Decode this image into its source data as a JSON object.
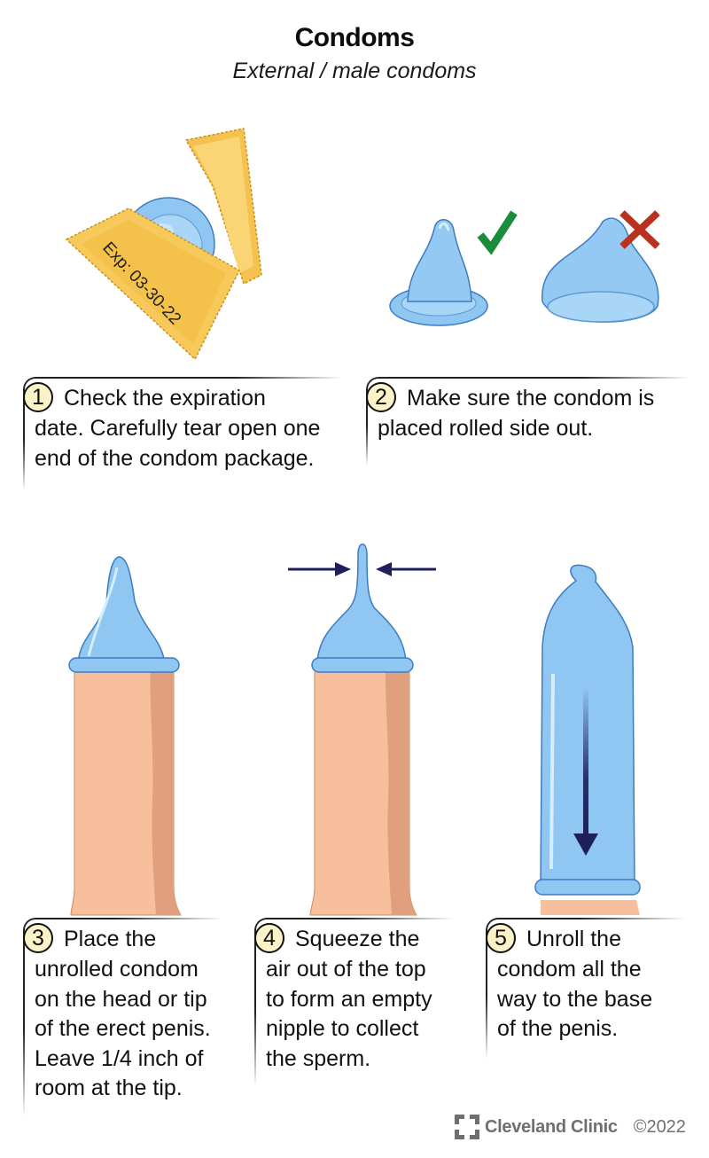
{
  "header": {
    "title": "Condoms",
    "subtitle": "External / male condoms"
  },
  "colors": {
    "condom_blue": "#8fc6f2",
    "condom_outline": "#3c7cc0",
    "package_gold": "#f7c95a",
    "skin": "#f7bf9c",
    "skin_shadow": "#e0a07e",
    "arrow_navy": "#1f1f5c",
    "check_green": "#1b8c3a",
    "cross_red": "#b8321f",
    "number_badge_fill": "#fbf2c8",
    "footer_gray": "#6f6f6f"
  },
  "illustrations": {
    "package": {
      "expiration_label": "Exp: 03-30-22"
    },
    "orientation": {
      "correct_mark": "check-icon",
      "incorrect_mark": "cross-icon"
    }
  },
  "steps": [
    {
      "number": "1",
      "lines": [
        "Check the expiration",
        "date. Carefully tear open one",
        "end of the condom package."
      ]
    },
    {
      "number": "2",
      "lines": [
        "Make sure the condom is",
        "placed rolled side out."
      ]
    },
    {
      "number": "3",
      "lines": [
        "Place the",
        "unrolled condom",
        "on the head or tip",
        "of the erect penis.",
        "Leave 1/4 inch of",
        "room at the tip."
      ]
    },
    {
      "number": "4",
      "lines": [
        "Squeeze the",
        "air out of the top",
        "to form an empty",
        "nipple to collect",
        "the sperm."
      ]
    },
    {
      "number": "5",
      "lines": [
        "Unroll the",
        "condom all the",
        "way to the base",
        "of the penis."
      ]
    }
  ],
  "footer": {
    "brand": "Cleveland Clinic",
    "copyright": "©2022"
  }
}
